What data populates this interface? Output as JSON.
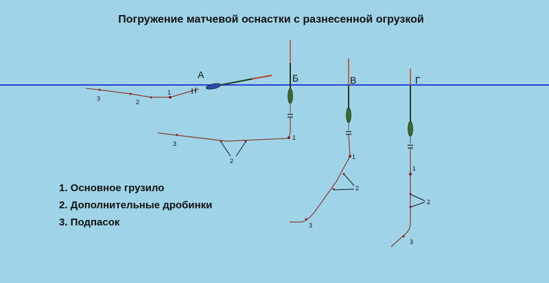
{
  "title": "Погружение матчевой оснастки  с разнесенной огрузкой",
  "positions": [
    "А",
    "Б",
    "В",
    "Г"
  ],
  "markers": [
    "1",
    "2",
    "3"
  ],
  "legend": [
    "1. Основное грузило",
    "2. Дополнительные   дробинки",
    "3. Подпасок"
  ],
  "colors": {
    "background": "#9fd4e8",
    "water_line": "#2a3fd6",
    "line": "#8a3a2a",
    "float_top": "#c04020",
    "float_body": "#1f3a1f"
  }
}
